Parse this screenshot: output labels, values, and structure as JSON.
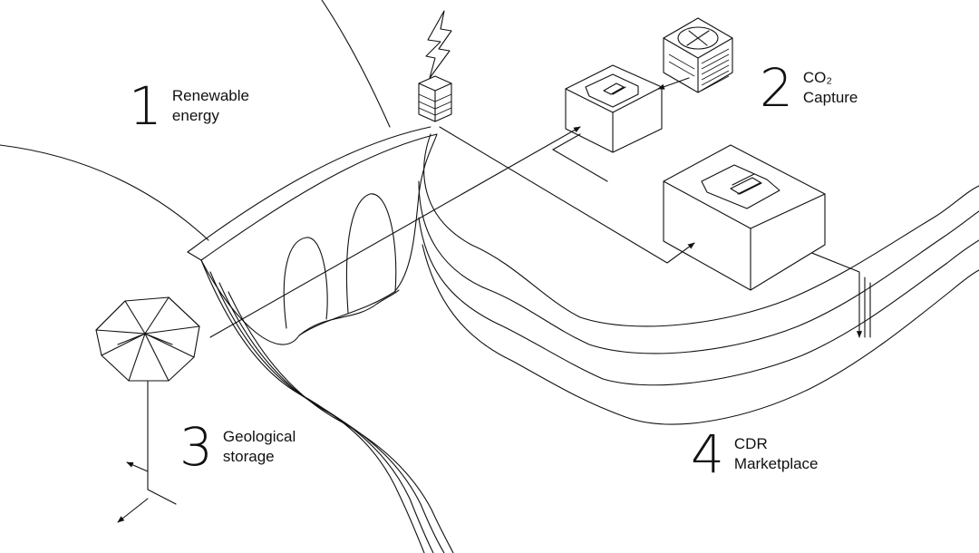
{
  "steps": [
    {
      "number": "1",
      "line1": "Renewable",
      "line2": "energy"
    },
    {
      "number": "2",
      "line1": "CO₂",
      "line2": "Capture"
    },
    {
      "number": "3",
      "line1": "Geological",
      "line2": "storage"
    },
    {
      "number": "4",
      "line1": "CDR",
      "line2": "Marketplace"
    }
  ],
  "colors": {
    "stroke": "#111111",
    "background": "#ffffff"
  },
  "icons": [
    "lightning-bolt-icon",
    "fan-unit-icon",
    "capture-module-icon",
    "processing-module-icon",
    "geodesic-tree-icon"
  ]
}
